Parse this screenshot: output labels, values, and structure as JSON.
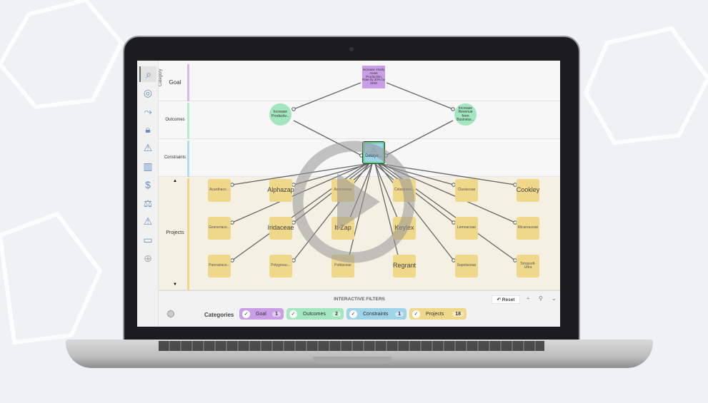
{
  "sidebar": {
    "icons": [
      "search-icon",
      "target-icon",
      "route-icon",
      "lock-icon",
      "warning-icon",
      "map-icon",
      "calendar-dollar-icon",
      "scales-icon",
      "alert-icon",
      "chart-icon",
      "add-icon"
    ]
  },
  "category_header": "Category",
  "rows": {
    "goal": "Goal",
    "outcomes": "Outcomes",
    "constraints": "Constraints",
    "projects": "Projects"
  },
  "colors": {
    "goal": "#c99ee6",
    "outcomes": "#a3e6bf",
    "constraints": "#9fd3e8",
    "projects": "#f0d88a"
  },
  "goal_node": "Increase Yearly Asset Production Rate by 30% by 2030",
  "outcome_nodes": [
    "Increase Productiv...",
    "Increase Revenue from Business..."
  ],
  "constraint_node": "Delaye...",
  "projects": [
    "Acanthace...",
    "Alphazap",
    "Asteraceae",
    "Celastrace...",
    "Clusiaceae",
    "Cookley",
    "Gesneriace...",
    "Iridaceae",
    "It-Zap",
    "Keylex",
    "Lemnaceae",
    "Micareaceae",
    "Pannariace...",
    "Polygonac...",
    "Pottiaceae",
    "Regrant",
    "Sapotaceae",
    "Tempsoft-Ultra"
  ],
  "big_projects": [
    "Alphazap",
    "Iridaceae",
    "It-Zap",
    "Keylex",
    "Regrant",
    "Cookley"
  ],
  "filters": {
    "title": "INTERACTIVE FILTERS",
    "reset": "Reset",
    "categories_label": "Categories",
    "chips": [
      {
        "label": "Goal",
        "count": "1",
        "color": "#c99ee6"
      },
      {
        "label": "Outcomes",
        "count": "2",
        "color": "#a3e6bf"
      },
      {
        "label": "Constraints",
        "count": "1",
        "color": "#9fd3e8"
      },
      {
        "label": "Projects",
        "count": "18",
        "color": "#f0d88a"
      }
    ]
  }
}
